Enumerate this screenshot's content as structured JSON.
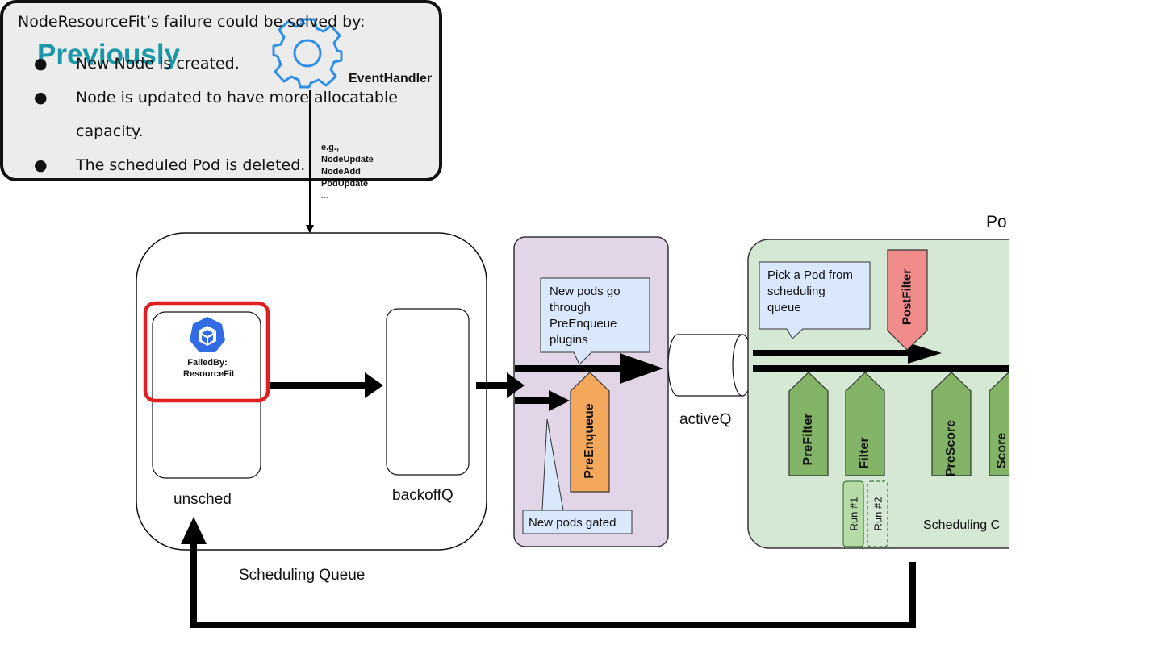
{
  "slide": {
    "title": "Previously"
  },
  "event_handler": {
    "label": "EventHandler",
    "events": [
      "e.g.,",
      "NodeUpdate",
      "NodeAdd",
      "PodUpdate",
      "..."
    ]
  },
  "callout": {
    "title": "NodeResourceFit’s failure could be solved by:",
    "bullet_glyph": "●",
    "bullets": [
      "New Node is created.",
      "Node is updated to have more allocatable",
      "capacity.",
      "The scheduled Pod is deleted."
    ]
  },
  "scheduling_queue": {
    "label": "Scheduling Queue",
    "unsched_label": "unsched",
    "backoff_label": "backoffQ",
    "failed_pod": {
      "line1": "FailedBy:",
      "line2": "ResourceFit"
    }
  },
  "preenqueue_box": {
    "note_top": "New pods go\nthrough\nPreEnqueue\nplugins",
    "note_bottom": "New pods gated",
    "plugin_label": "PreEnqueue"
  },
  "active_queue": {
    "label": "activeQ"
  },
  "scheduling_cycle": {
    "header_partial": "Po",
    "note": "Pick a Pod from\nscheduling\nqueue",
    "postfilter_label": "PostFilter",
    "prefilter_label": "PreFilter",
    "filter_label": "Filter",
    "prescore_label": "PreScore",
    "score_label_partial": "Score",
    "run1_label": "Run #1",
    "run2_label": "Run #2",
    "footer_partial": "Scheduling C"
  },
  "colors": {
    "title_teal": "#1a98a8",
    "purple_fill": "#e1d5e7",
    "green_fill": "#d5e8d4",
    "plugin_green": "#82b366",
    "plugin_orange": "#f4a85b",
    "postfilter_red": "#f08c8c",
    "note_blue": "#dae8fc",
    "highlight_red": "#e02020",
    "gear_blue": "#2f8fe6",
    "k8s_blue": "#326ce5"
  }
}
